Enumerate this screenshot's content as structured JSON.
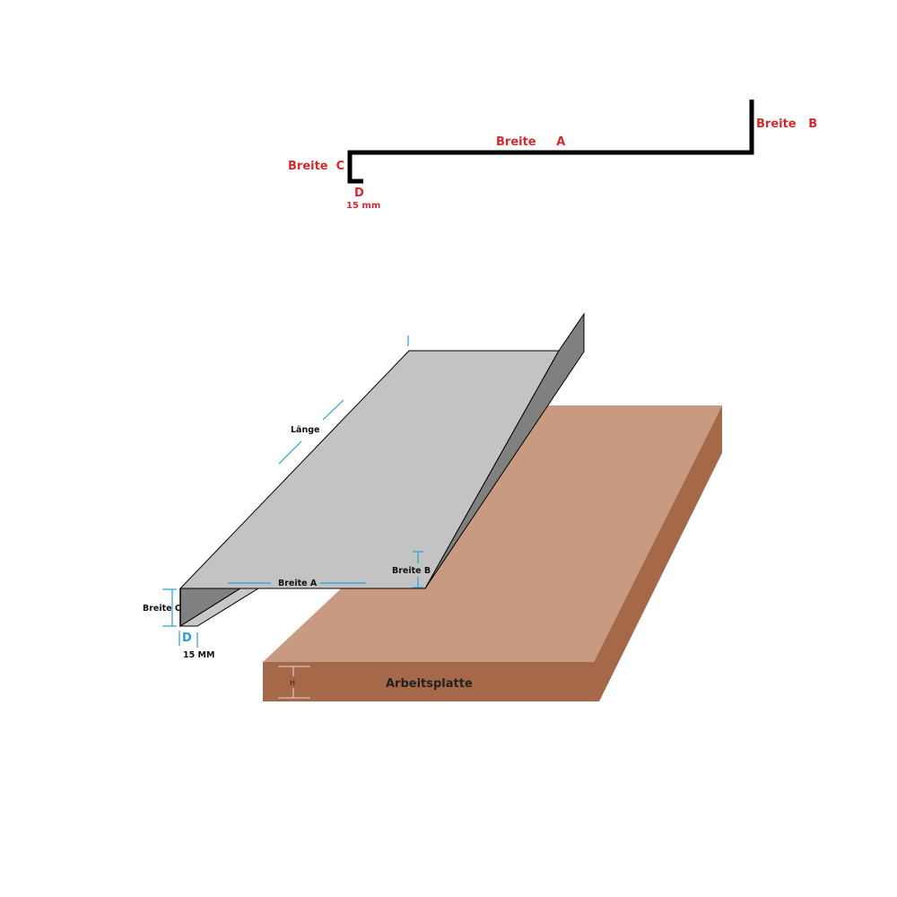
{
  "profile": {
    "breite_a": "Breite     A",
    "breite_b": "Breite   B",
    "breite_c": "Breite  C",
    "d": "D",
    "d_size": "15 mm"
  },
  "iso": {
    "laenge": "Länge",
    "breite_a": "Breite A",
    "breite_b": "Breite B",
    "breite_c": "Breite C",
    "d": "D",
    "d_size": "15 MM",
    "h": "H",
    "worktop": "Arbeitsplatte"
  },
  "colors": {
    "label_red": "#d42a2e",
    "dimension_blue": "#2a9fd6",
    "metal_top": "#c3c3c3",
    "metal_side": "#808080",
    "worktop_top": "#c89a82",
    "worktop_side": "#a5694a"
  }
}
